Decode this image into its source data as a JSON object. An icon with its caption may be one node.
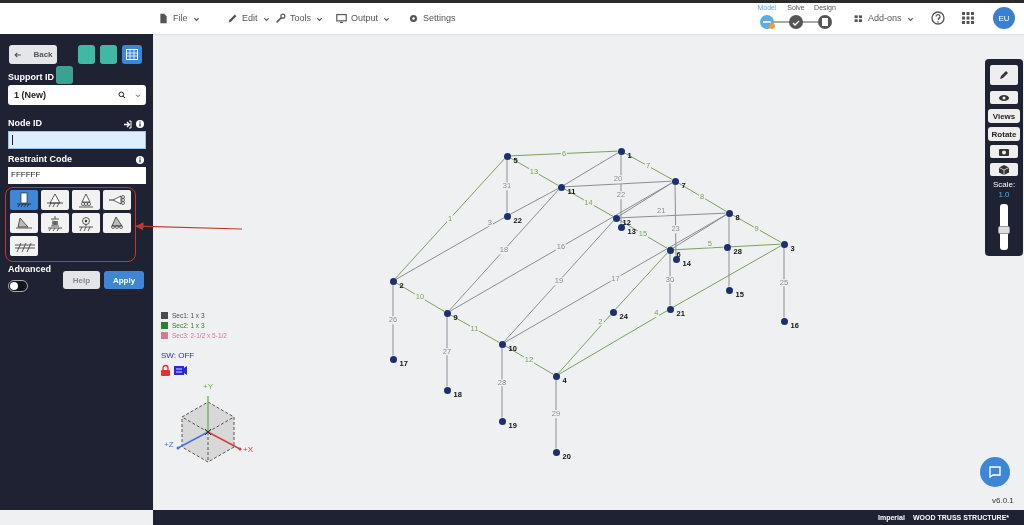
{
  "diagram": {
    "nodes": [
      {
        "text": [],
        "shape": "box"
      },
      {
        "text": [],
        "shape": "circle",
        "beside": [
          "1"
        ]
      },
      {
        "text": [],
        "shape": "circle",
        "beside": [
          "2"
        ]
      },
      {
        "text": [],
        "shape": "circle",
        "beside": [
          "3"
        ]
      },
      {
        "text": [],
        "shape": "circle",
        "beside": [
          "4"
        ]
      },
      {
        "text": [],
        "shape": "circle",
        "beside": [
          "5"
        ]
      },
      {
        "text": [],
        "shape": "circle",
        "beside": [
          "6"
        ]
      },
      {
        "text": [],
        "shape": "circle",
        "beside": [
          "7"
        ]
      },
      {
        "text": [],
        "shape": "circle",
        "beside": [
          "8"
        ]
      },
      {
        "text": [],
        "shape": "circle",
        "beside": [
          "9"
        ]
      },
      {
        "text": [],
        "shape": "circle",
        "beside": [
          "10"
        ]
      },
      {
        "text": [],
        "shape": "circle",
        "beside": [
          "11"
        ]
      },
      {
        "text": [],
        "shape": "circle",
        "beside": [
          "12"
        ]
      },
      {
        "text": [],
        "shape": "circle",
        "beside": [
          "13"
        ]
      },
      {
        "text": [],
        "shape": "circle",
        "beside": [
          "14"
        ]
      },
      {
        "text": [],
        "shape": "circle",
        "beside": [
          "15"
        ]
      },
      {
        "text": [],
        "shape": "circle",
        "beside": [
          "16"
        ]
      },
      {
        "text": [],
        "shape": "circle",
        "beside": [
          "17"
        ]
      },
      {
        "text": [],
        "shape": "circle",
        "beside": [
          "18"
        ]
      },
      {
        "text": [],
        "shape": "circle",
        "beside": [
          "19"
        ]
      },
      {
        "text": [],
        "shape": "circle",
        "beside": [
          "20"
        ]
      },
      {
        "text": [],
        "shape": "circle",
        "beside": [
          "21"
        ]
      },
      {
        "text": [],
        "shape": "circle",
        "beside": [
          "22"
        ]
      },
      {
        "text": [],
        "shape": "circle",
        "beside": [
          "24"
        ]
      },
      {
        "text": [],
        "shape": "circle",
        "beside": [
          "28"
        ]
      }
    ],
    "edges": [
      {
        "from": 2,
        "to": 5,
        "arrow": "none",
        "label": "1",
        "color": "#7aa35a"
      },
      {
        "from": 2,
        "to": 22,
        "arrow": "none",
        "label": "3"
      },
      {
        "from": 22,
        "to": 11,
        "arrow": "none"
      },
      {
        "from": 11,
        "to": 1,
        "arrow": "none"
      },
      {
        "from": 4,
        "to": 23,
        "arrow": "none",
        "label": "2",
        "color": "#7aa35a"
      },
      {
        "from": 23,
        "to": 6,
        "arrow": "none",
        "color": "#7aa35a"
      },
      {
        "from": 4,
        "to": 21,
        "arrow": "none",
        "label": "4",
        "color": "#7aa35a"
      },
      {
        "from": 21,
        "to": 3,
        "arrow": "none",
        "color": "#7aa35a"
      },
      {
        "from": 6,
        "to": 24,
        "arrow": "none",
        "label": "5",
        "color": "#7aa35a"
      },
      {
        "from": 24,
        "to": 3,
        "arrow": "none",
        "color": "#7aa35a"
      },
      {
        "from": 5,
        "to": 1,
        "arrow": "none",
        "label": "6",
        "color": "#7aa35a"
      },
      {
        "from": 1,
        "to": 7,
        "arrow": "none",
        "label": "7",
        "color": "#7aa35a"
      },
      {
        "from": 7,
        "to": 8,
        "arrow": "none",
        "label": "8",
        "color": "#7aa35a"
      },
      {
        "from": 8,
        "to": 3,
        "arrow": "none",
        "label": "9",
        "color": "#7aa35a"
      },
      {
        "from": 2,
        "to": 9,
        "arrow": "none",
        "label": "10",
        "color": "#7aa35a"
      },
      {
        "from": 9,
        "to": 10,
        "arrow": "none",
        "label": "11",
        "color": "#7aa35a"
      },
      {
        "from": 10,
        "to": 4,
        "arrow": "none",
        "label": "12",
        "color": "#7aa35a"
      },
      {
        "from": 5,
        "to": 11,
        "arrow": "none",
        "label": "13",
        "color": "#7aa35a"
      },
      {
        "from": 11,
        "to": 12,
        "arrow": "none",
        "label": "14",
        "color": "#7aa35a"
      },
      {
        "from": 12,
        "to": 6,
        "arrow": "none",
        "label": "15",
        "color": "#7aa35a"
      },
      {
        "from": 9,
        "to": 7,
        "arrow": "none",
        "label": "16"
      },
      {
        "from": 10,
        "to": 8,
        "arrow": "none",
        "label": "17"
      },
      {
        "from": 9,
        "to": 11,
        "arrow": "none",
        "label": "18"
      },
      {
        "from": 10,
        "to": 12,
        "arrow": "none",
        "label": "19"
      },
      {
        "from": 11,
        "to": 7,
        "arrow": "none",
        "label": "20"
      },
      {
        "from": 12,
        "to": 8,
        "arrow": "none",
        "label": "21"
      },
      {
        "from": 1,
        "to": 13,
        "arrow": "none",
        "label": "22"
      },
      {
        "from": 7,
        "to": 14,
        "arrow": "none",
        "label": "23"
      },
      {
        "from": 3,
        "to": 16,
        "arrow": "none",
        "label": "25"
      },
      {
        "from": 2,
        "to": 17,
        "arrow": "none",
        "label": "26"
      },
      {
        "from": 9,
        "to": 18,
        "arrow": "none",
        "label": "27"
      },
      {
        "from": 10,
        "to": 19,
        "arrow": "none",
        "label": "28"
      },
      {
        "from": 4,
        "to": 20,
        "arrow": "none",
        "label": "29"
      },
      {
        "from": 6,
        "to": 21,
        "arrow": "none",
        "label": "30"
      },
      {
        "from": 5,
        "to": 22,
        "arrow": "none",
        "label": "31"
      },
      {
        "from": 12,
        "to": 7,
        "arrow": "none"
      },
      {
        "from": 6,
        "to": 8,
        "arrow": "none"
      },
      {
        "from": 8,
        "to": 15,
        "arrow": "none"
      },
      {
        "from": null,
        "to": 0,
        "arrow": "to",
        "color": "#c0392b"
      }
    ],
    "labels": [
      "File",
      "Edit",
      "Tools",
      "Output",
      "Settings",
      "Model",
      "Solve",
      "Design",
      "Add-ons",
      "EU",
      "Back",
      "Support ID",
      "1 (New)",
      "Node ID",
      "Restraint Code",
      "FFFFFF",
      "Advanced",
      "Help",
      "Apply",
      "Views",
      "Rotate",
      "Scale:",
      "1.0",
      "SW: OFF",
      "+Y",
      "+Z",
      "+X",
      "v6.0.1",
      "Imperial",
      "WOOD TRUSS STRUCTURE*"
    ],
    "legend": [
      {
        "text": "Sec1: 1 x 3",
        "color": "#4a4a4a"
      },
      {
        "text": "Sec2: 1 x 3",
        "color": "#2e7d32"
      },
      {
        "text": "Sec3: 2-1/2 x 5-1/2",
        "color": "#d07a9a"
      }
    ]
  }
}
